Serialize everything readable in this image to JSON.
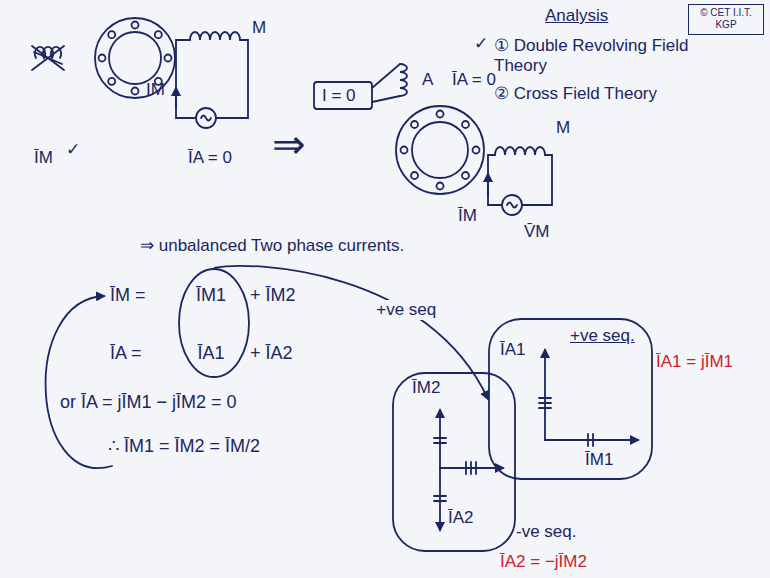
{
  "diagram": {
    "nodes": [
      {
        "text": [
          "© CET I.I.T. KGP"
        ]
      },
      {
        "text": [
          "ĪM1",
          "ĪA1"
        ]
      },
      {
        "text": [
          "ĪA1",
          "+ve seq.",
          "ĪM1"
        ]
      },
      {
        "text": [
          "ĪM2",
          "ĪA2"
        ]
      }
    ],
    "edges": [
      {
        "from": 1,
        "to": 2,
        "arrow": "to",
        "label": "+ve seq"
      }
    ],
    "labels": [
      "Analysis",
      "✓",
      "① Double Revolving Field Theory",
      "② Cross Field Theory",
      "M",
      "IM",
      "ĪM",
      "✓",
      "ĪA = 0",
      "⇒",
      "I = 0",
      "A",
      "ĪA = 0",
      "M",
      "ĪM",
      "V̄M",
      "⇒ unbalanced Two phase currents.",
      "ĪM =",
      "+ ĪM2",
      "ĪA =",
      "+ ĪA2",
      "or ĪA = jĪM1 − jĪM2 = 0",
      "∴ ĪM1 = ĪM2 = ĪM/2",
      "ĪA1 = jĪM1",
      "-ve seq.",
      "ĪA2 = −jĪM2"
    ]
  }
}
